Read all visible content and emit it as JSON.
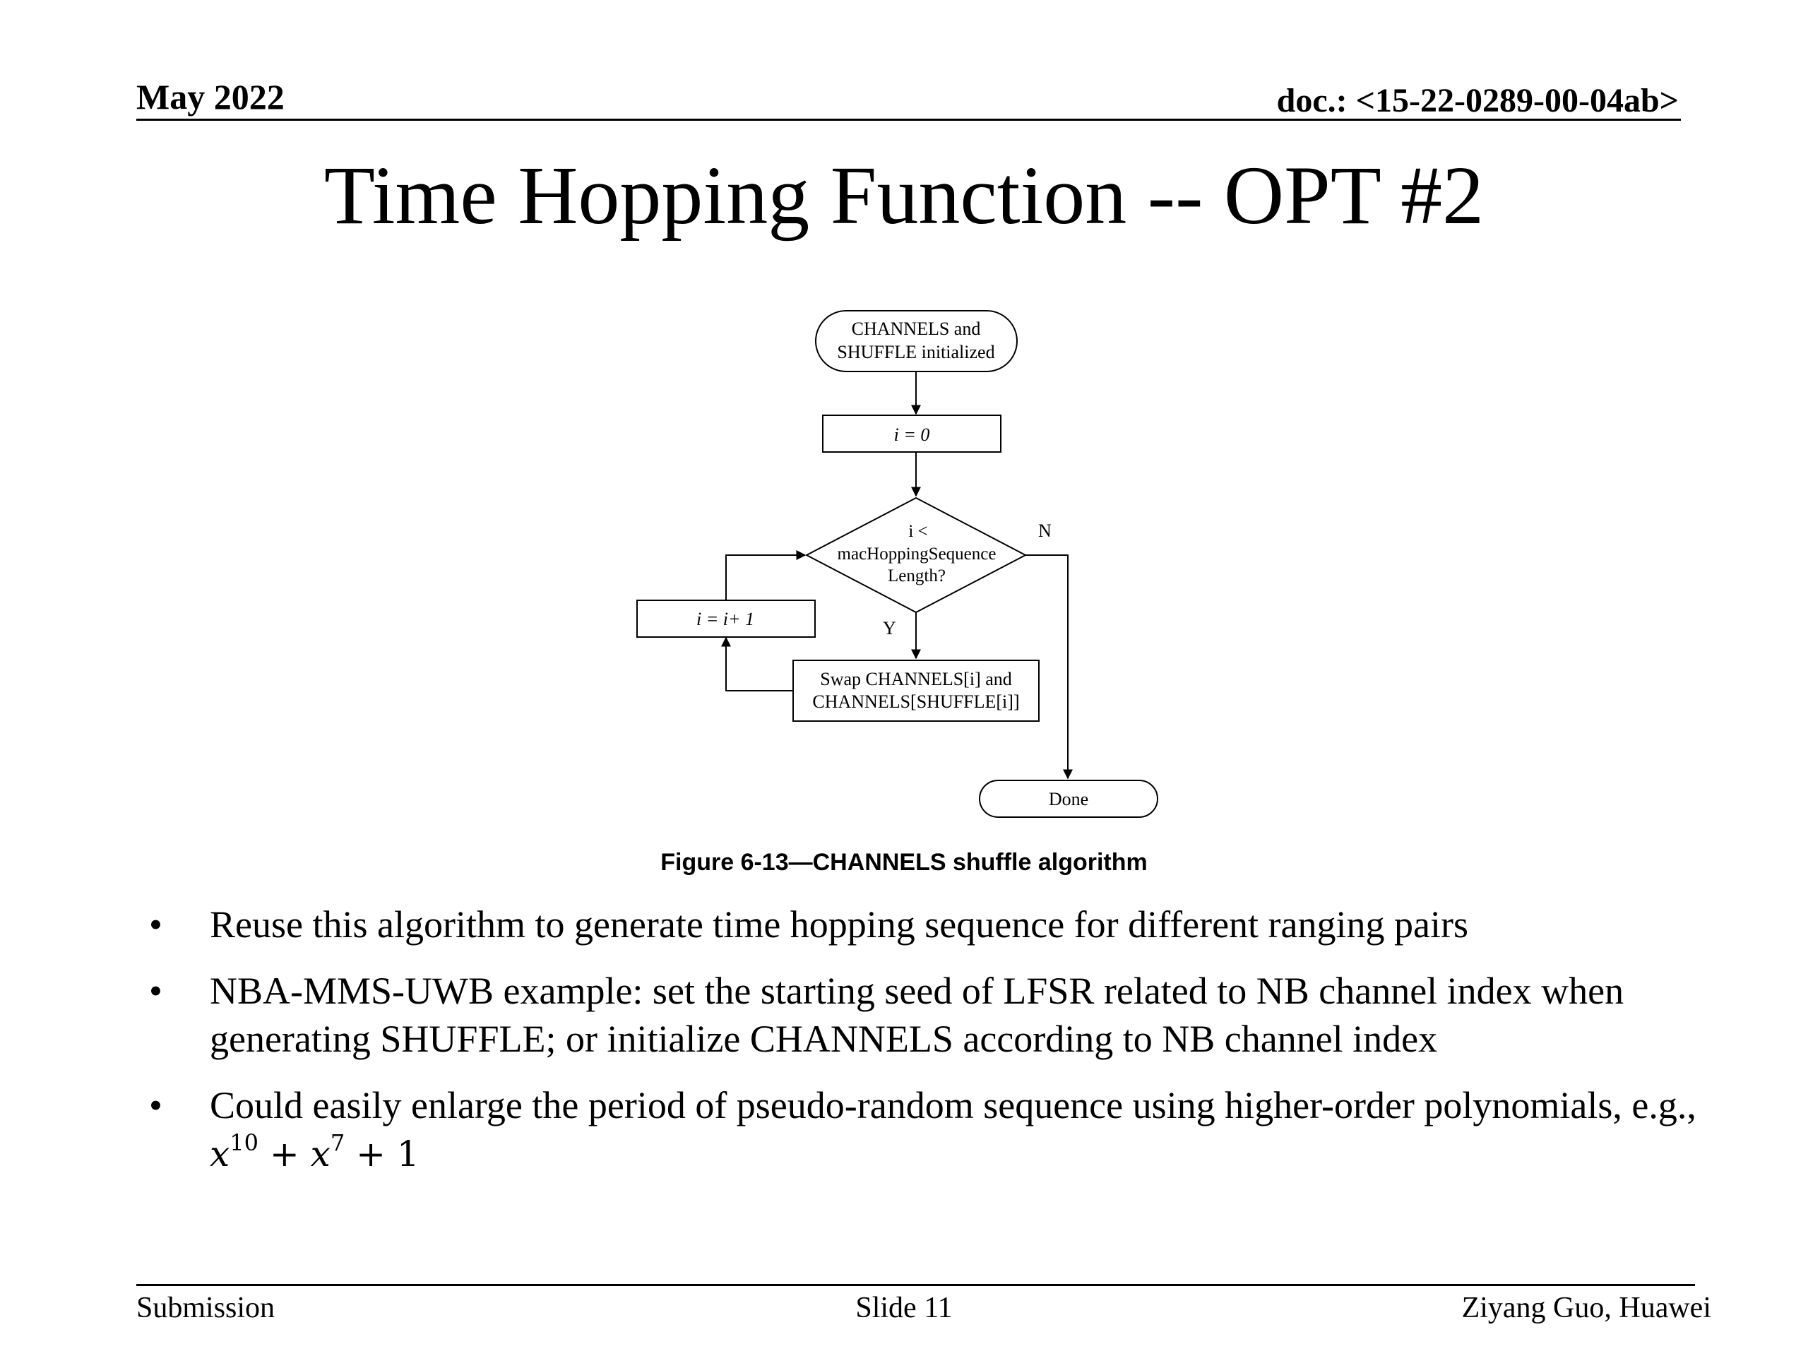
{
  "header": {
    "date": "May 2022",
    "doc_id": "doc.: <15-22-0289-00-04ab>"
  },
  "title": "Time Hopping Function -- OPT #2",
  "flowchart": {
    "start": [
      "CHANNELS and",
      "SHUFFLE initialized"
    ],
    "init": "i = 0",
    "decision": [
      "i <",
      "macHoppingSequence",
      "Length?"
    ],
    "yes_label": "Y",
    "no_label": "N",
    "increment": "i = i+ 1",
    "swap": [
      "Swap CHANNELS[i] and",
      "CHANNELS[SHUFFLE[i]]"
    ],
    "done": "Done"
  },
  "caption": "Figure 6-13—CHANNELS shuffle algorithm",
  "bullets": [
    "Reuse this algorithm to generate time hopping sequence for different ranging pairs",
    "NBA-MMS-UWB example: set the starting seed of LFSR related to NB channel index when generating SHUFFLE; or initialize CHANNELS according to NB channel index",
    "Could easily enlarge the period of pseudo-random sequence using higher-order polynomials, e.g.,"
  ],
  "bullet_symbol": "•",
  "formula": {
    "var": "x",
    "exp1": "10",
    "plus": "+",
    "exp2": "7",
    "const": "1"
  },
  "footer": {
    "left": "Submission",
    "center": "Slide 11",
    "right": "Ziyang Guo, Huawei"
  }
}
